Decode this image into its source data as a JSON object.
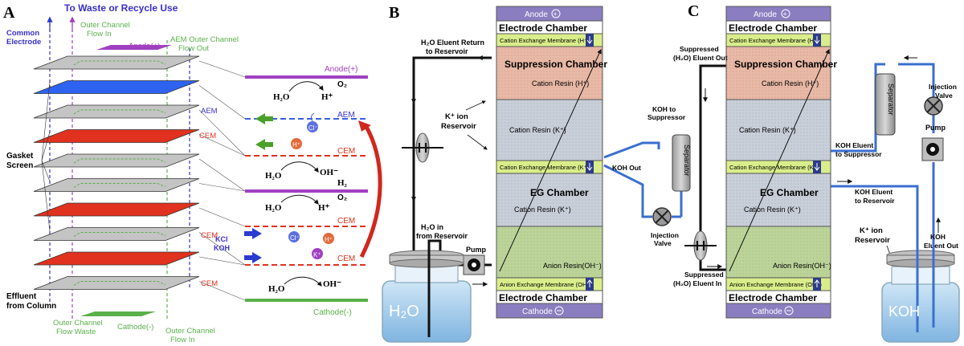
{
  "panelA": {
    "letter": "A",
    "top_title": "To Waste or Recycle Use",
    "common_electrode": [
      "Common",
      "Electrode"
    ],
    "outer_in_top": [
      "Outer Channel",
      "Flow In"
    ],
    "aem_outer_out": [
      "AEM Outer Channel",
      "Flow Out"
    ],
    "anode_left": "Anode(+)",
    "anode_right": "Anode(+)",
    "o2_top": "O₂",
    "h2o_1": "H₂O",
    "hplus_1": "H⁺",
    "aem_left": "AEM",
    "aem_right": "AEM",
    "cl_ion": "Cl⁻",
    "h_ion": "H⁺",
    "gasket": [
      "Gasket",
      "Screen"
    ],
    "cem_mid_left": "CEM",
    "cem_mid_right": "CEM",
    "h2o_2": "H₂O",
    "oh_1": "OH⁻",
    "h2_1": "H₂",
    "o2_mid": "O₂",
    "h2o_3": "H₂O",
    "hplus_2": "H⁺",
    "cem_low_left": "CEM",
    "cem_low_right": "CEM",
    "kcl_koh": [
      "KCl",
      "KOH"
    ],
    "cl_ion2": "Cl⁻",
    "h_ion2": "H⁺",
    "k_ion": "K⁺",
    "cem_bottom_right": "CEM",
    "cem_bottom_left": "CEM",
    "h2o_4": "H₂O",
    "oh_2": "OH⁻",
    "effluent": [
      "Effluent",
      "from Column"
    ],
    "outer_waste": [
      "Outer Channel",
      "Flow Waste"
    ],
    "cathode_left": "Cathode(-)",
    "outer_in_bottom": [
      "Outer Channel",
      "Flow In"
    ],
    "cathode_right": "Cathode(-)"
  },
  "panelB": {
    "letter": "B",
    "anode": "Anode",
    "electrode_top": "Electrode Chamber",
    "cem_h": "Cation Exchange Membrane (H⁺)",
    "suppression": "Suppression Chamber",
    "resin_h": "Cation Resin (H⁺)",
    "resin_k1": "Cation Resin (K⁺)",
    "cem_k": "Cation Exchange Membrane (K⁺)",
    "eg": "EG Chamber",
    "resin_k2": "Cation Resin (K⁺)",
    "anion_resin": "Anion Resin(OH⁻)",
    "aem_oh": "Anion Exchange Membrane (OH⁻)",
    "electrode_bottom": "Electrode Chamber",
    "cathode": "Cathode",
    "eluent_return": [
      "H₂O Eluent Return",
      "to Reservoir"
    ],
    "k_reservoir": [
      "K⁺ ion",
      "Reservoir"
    ],
    "koh_to_supp": [
      "KOH to",
      "Suppressor"
    ],
    "separator": "Separator",
    "koh_out": "KOH Out",
    "injection": [
      "Injection",
      "Valve"
    ],
    "h2o_in": [
      "H₂O in",
      "from  Reservoir"
    ],
    "pump": "Pump",
    "bottle": "H₂O"
  },
  "panelC": {
    "letter": "C",
    "anode": "Anode",
    "electrode_top": "Electrode Chamber",
    "cem_h": "Cation Exchange Membrane (H⁺)",
    "suppression": "Suppression Chamber",
    "resin_h": "Cation Resin (H⁺)",
    "resin_k1": "Cation Resin (K⁺)",
    "cem_k": "Cation Exchange Membrane (K⁺)",
    "eg": "EG Chamber",
    "resin_k2": "Cation Resin (K⁺)",
    "anion_resin": "Anion Resin(OH⁻)",
    "aem_oh": "Anion Exchange Membrane (OH⁻)",
    "electrode_bottom": "Electrode Chamber",
    "cathode": "Cathode",
    "supp_out": [
      "Suppressed",
      "(H₂O) Eluent Out"
    ],
    "supp_in": [
      "Suppressed",
      "(H₂O) Eluent In"
    ],
    "separator": "Separator",
    "injection": [
      "Injection",
      "Valve"
    ],
    "pump": "Pump",
    "koh_to_supp": [
      "KOH Eluent",
      "to Suppressor"
    ],
    "koh_to_res": [
      "KOH Eluent",
      "to Reservoir"
    ],
    "k_reservoir": [
      "K⁺ ion",
      "Reservoir"
    ],
    "koh_eluent_out": [
      "KOH",
      "Eluent Out"
    ],
    "bottle": "KOH"
  }
}
